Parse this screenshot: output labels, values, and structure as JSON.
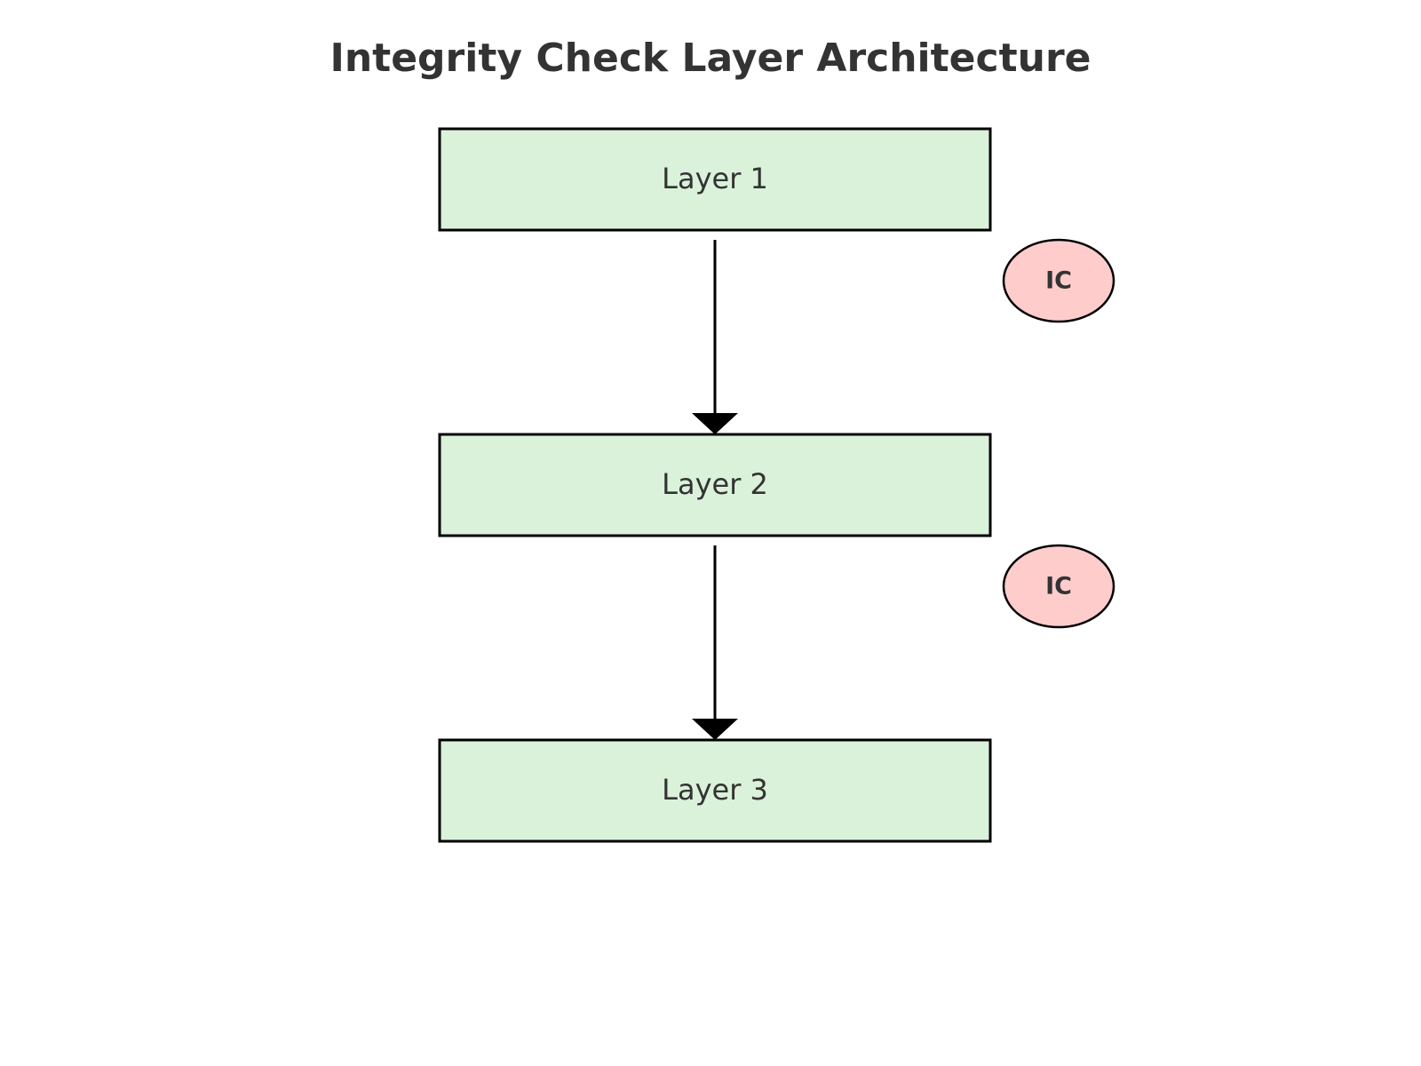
{
  "title": "Integrity Check Layer Architecture",
  "colors": {
    "text": "#333333",
    "layer_fill": "#daf1da",
    "layer_stroke": "#000000",
    "ic_fill": "#ffcccc",
    "ic_stroke": "#000000",
    "arrow": "#000000"
  },
  "layers": [
    {
      "label": "Layer 1"
    },
    {
      "label": "Layer 2"
    },
    {
      "label": "Layer 3"
    }
  ],
  "integrity_checks": [
    {
      "label": "IC",
      "between": [
        "Layer 1",
        "Layer 2"
      ]
    },
    {
      "label": "IC",
      "between": [
        "Layer 2",
        "Layer 3"
      ]
    }
  ],
  "connections": [
    {
      "from": "Layer 1",
      "to": "Layer 2"
    },
    {
      "from": "Layer 2",
      "to": "Layer 3"
    }
  ]
}
